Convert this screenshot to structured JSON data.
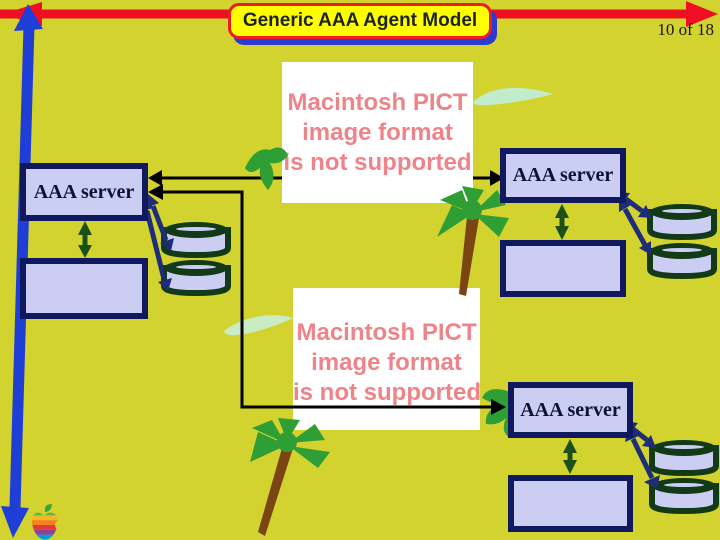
{
  "slide": {
    "title": "Generic AAA Agent Model",
    "page_indicator": "10 of 18"
  },
  "placeholder": {
    "lines": [
      "Macintosh PICT",
      "image format",
      "is not supported"
    ]
  },
  "servers": {
    "left_label": "AAA server",
    "top_right_label": "AAA server",
    "bottom_right_label": "AAA server"
  },
  "colors": {
    "background": "#d2d32e",
    "title_fill": "#ffff00",
    "title_border": "#ed1c24",
    "title_shadow": "#2b3bcd",
    "title_text": "#1b231b",
    "node_fill": "#cbcdf2",
    "node_border": "#10195e",
    "cylinder_dark": "#123a16",
    "pict_text": "#ee8489",
    "connector_black": "#000000",
    "arrow_green": "#1a511a",
    "arrow_navy": "#1f2d78",
    "frame_red": "#ee0f22",
    "frame_blue": "#1e3ed6",
    "palm_green": "#2f9e35",
    "palm_trunk": "#7a4513",
    "leaf_light": "#c2eccb"
  }
}
